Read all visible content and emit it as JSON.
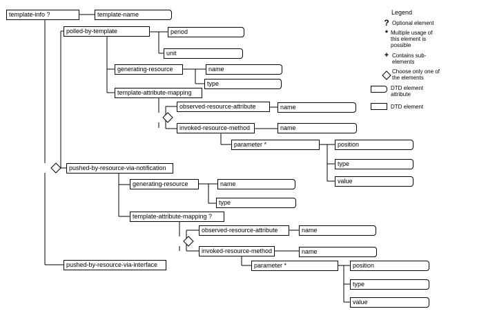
{
  "nodes": {
    "template_info": "template-info ?",
    "template_name": "template-name",
    "polled_by_template": "polled-by-template",
    "period": "period",
    "unit": "unit",
    "generating_resource_1": "generating-resource",
    "name_1": "name",
    "type_1": "type",
    "template_attribute_mapping_1": "template-attribute-mapping",
    "observed_resource_attribute_1": "observed-resource-attribute",
    "name_2": "name",
    "invoked_resource_method_1": "invoked-resource-method",
    "name_3": "name",
    "parameter_1": "parameter *",
    "position_1": "position",
    "type_2": "type",
    "value_1": "value",
    "pushed_by_notification": "pushed-by-resource-via-notification",
    "generating_resource_2": "generating-resource",
    "name_4": "name",
    "type_3": "type",
    "template_attribute_mapping_2": "template-attribute-mapping ?",
    "observed_resource_attribute_2": "observed-resource-attribute",
    "name_5": "name",
    "invoked_resource_method_2": "invoked-resource-method",
    "name_6": "name",
    "parameter_2": "parameter *",
    "position_2": "position",
    "type_4": "type",
    "value_2": "value",
    "pushed_by_interface": "pushed-by-resource-via-interface"
  },
  "legend": {
    "title": "Legend",
    "optional_symbol": "?",
    "optional": "Optional element",
    "multiple_symbol": "*",
    "multiple": "Multiple usage of this element is possible",
    "contains_symbol": "+",
    "contains": "Contains sub-elements",
    "choose": "Choose only one of the elements",
    "dtd_attribute": "DTD element attribute",
    "dtd_element": "DTD element"
  }
}
